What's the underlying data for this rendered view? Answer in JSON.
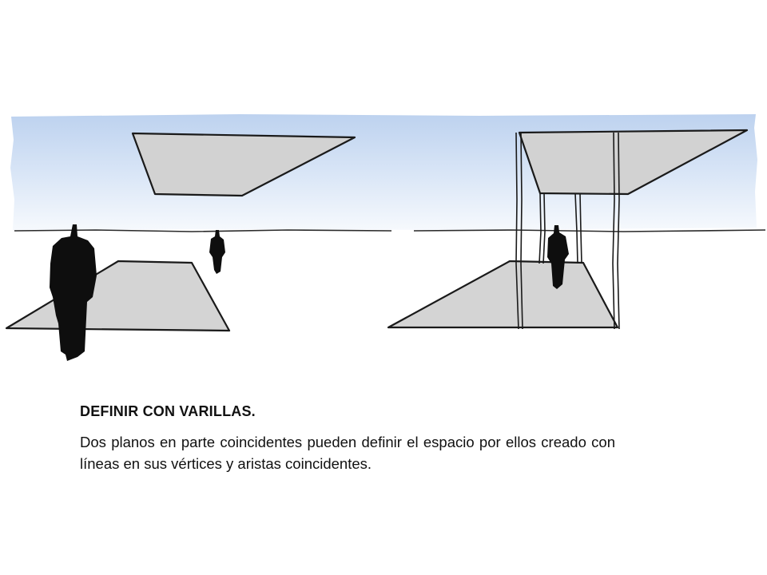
{
  "caption": {
    "title": "DEFINIR CON VARILLAS.",
    "body": "Dos planos en parte coincidentes pueden definir el espacio por ellos creado con líneas en sus vértices y aristas coincidentes."
  },
  "colors": {
    "sky_top": "#b9cfee",
    "sky_bottom": "#f4f8fd",
    "plane_fill": "#d4d4d4",
    "outline": "#1a1a1a",
    "figure": "#0d0d0d"
  },
  "icons": {
    "scenes": [
      "two-planes-sketch",
      "planes-with-rods-sketch"
    ],
    "figures": [
      "person-silhouette"
    ]
  }
}
